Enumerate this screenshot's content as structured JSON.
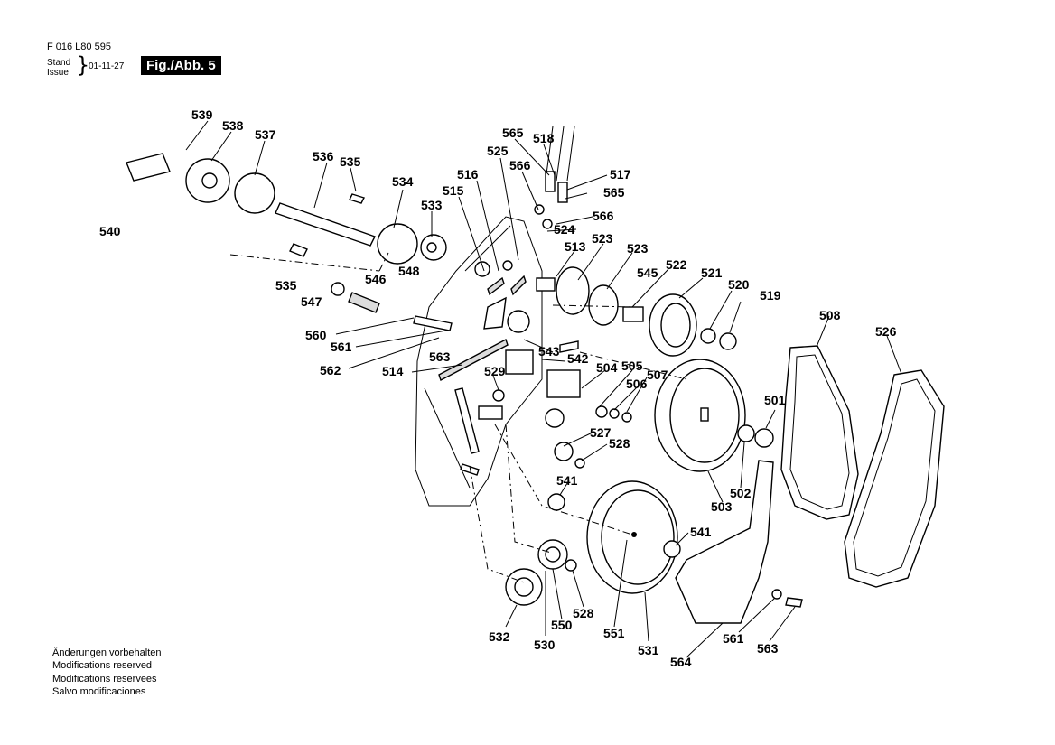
{
  "header": {
    "doc_number": "F 016 L80 595",
    "stand_label": "Stand",
    "issue_label": "Issue",
    "date": "01-11-27",
    "figure_label": "Fig./Abb. 5"
  },
  "notes": [
    "Änderungen vorbehalten",
    "Modifications reserved",
    "Modifications reservees",
    "Salvo modificaciones"
  ],
  "part_labels": [
    "539",
    "538",
    "537",
    "536",
    "535",
    "534",
    "533",
    "540",
    "535",
    "546",
    "547",
    "548",
    "565",
    "518",
    "525",
    "566",
    "517",
    "516",
    "515",
    "565",
    "566",
    "524",
    "513",
    "523",
    "523",
    "522",
    "545",
    "521",
    "520",
    "519",
    "560",
    "561",
    "562",
    "514",
    "563",
    "529",
    "543",
    "542",
    "504",
    "505",
    "506",
    "507",
    "527",
    "528",
    "501",
    "508",
    "526",
    "541",
    "502",
    "503",
    "541",
    "532",
    "550",
    "530",
    "528",
    "551",
    "531",
    "564",
    "561",
    "563"
  ]
}
